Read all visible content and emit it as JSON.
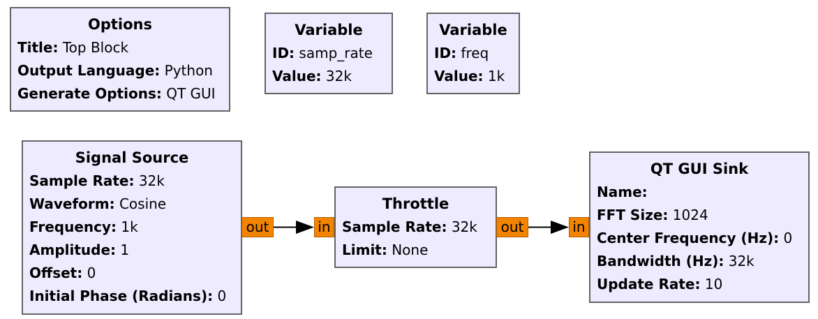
{
  "blocks": {
    "options": {
      "title": "Options",
      "params": [
        {
          "key": "Title:",
          "value": "Top Block"
        },
        {
          "key": "Output Language:",
          "value": "Python"
        },
        {
          "key": "Generate Options:",
          "value": "QT GUI"
        }
      ]
    },
    "var_samp_rate": {
      "title": "Variable",
      "params": [
        {
          "key": "ID:",
          "value": "samp_rate"
        },
        {
          "key": "Value:",
          "value": "32k"
        }
      ]
    },
    "var_freq": {
      "title": "Variable",
      "params": [
        {
          "key": "ID:",
          "value": "freq"
        },
        {
          "key": "Value:",
          "value": "1k"
        }
      ]
    },
    "signal_source": {
      "title": "Signal Source",
      "params": [
        {
          "key": "Sample Rate:",
          "value": "32k"
        },
        {
          "key": "Waveform:",
          "value": "Cosine"
        },
        {
          "key": "Frequency:",
          "value": "1k"
        },
        {
          "key": "Amplitude:",
          "value": "1"
        },
        {
          "key": "Offset:",
          "value": "0"
        },
        {
          "key": "Initial Phase (Radians):",
          "value": "0"
        }
      ],
      "out_port": "out"
    },
    "throttle": {
      "title": "Throttle",
      "params": [
        {
          "key": "Sample Rate:",
          "value": "32k"
        },
        {
          "key": "Limit:",
          "value": "None"
        }
      ],
      "in_port": "in",
      "out_port": "out"
    },
    "qt_gui_sink": {
      "title": "QT GUI Sink",
      "params": [
        {
          "key": "Name:",
          "value": ""
        },
        {
          "key": "FFT Size:",
          "value": "1024"
        },
        {
          "key": "Center Frequency (Hz):",
          "value": "0"
        },
        {
          "key": "Bandwidth (Hz):",
          "value": "32k"
        },
        {
          "key": "Update Rate:",
          "value": "10"
        }
      ],
      "in_port": "in"
    }
  },
  "colors": {
    "block_fill": "#efebff",
    "block_border": "#636363",
    "port_fill": "#f28400",
    "wire": "#000000"
  }
}
